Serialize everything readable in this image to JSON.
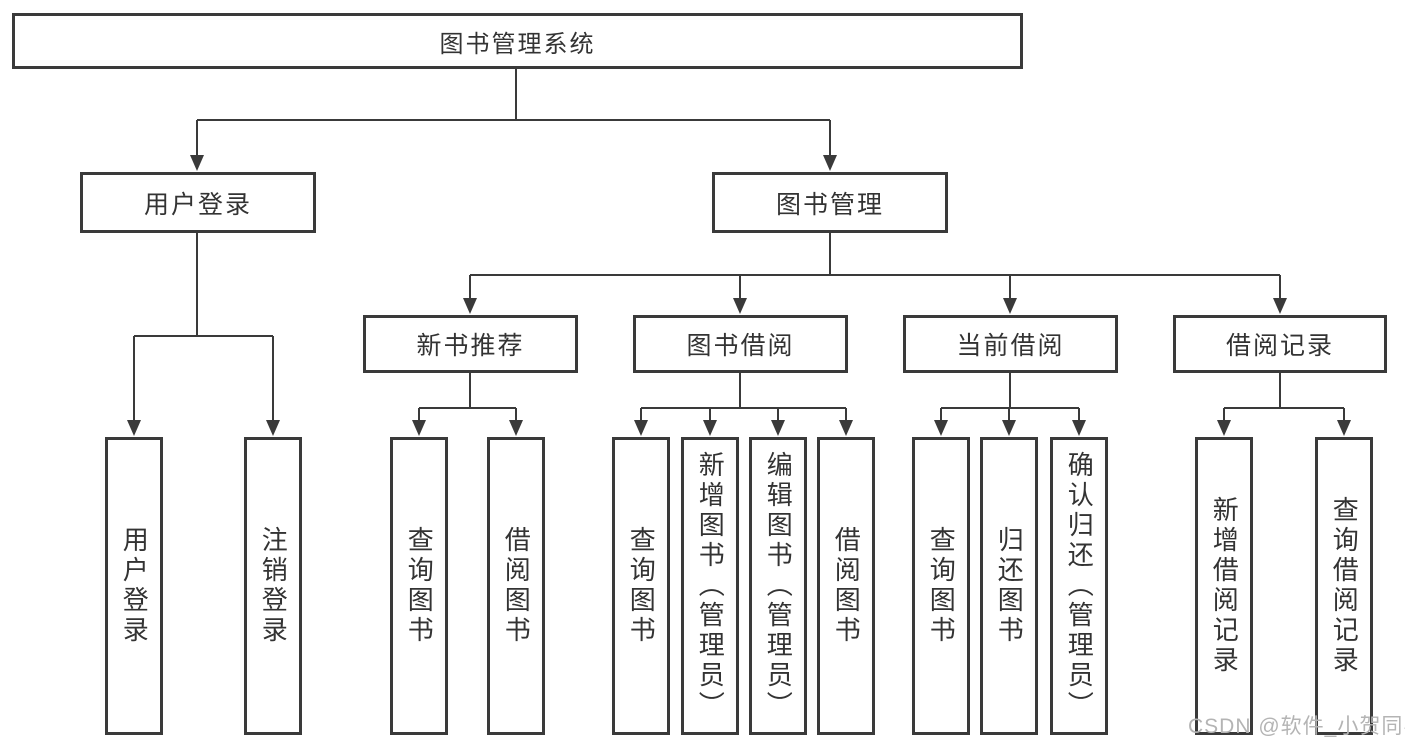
{
  "diagram": {
    "root": {
      "label": "图书管理系统"
    },
    "level1": [
      {
        "label": "用户登录",
        "children": [
          {
            "label": "用户登录"
          },
          {
            "label": "注销登录"
          }
        ]
      },
      {
        "label": "图书管理",
        "children": [
          {
            "label": "新书推荐",
            "children": [
              {
                "label": "查询图书"
              },
              {
                "label": "借阅图书"
              }
            ]
          },
          {
            "label": "图书借阅",
            "children": [
              {
                "label": "查询图书"
              },
              {
                "label": "新增图书（管理员）"
              },
              {
                "label": "编辑图书（管理员）"
              },
              {
                "label": "借阅图书"
              }
            ]
          },
          {
            "label": "当前借阅",
            "children": [
              {
                "label": "查询图书"
              },
              {
                "label": "归还图书"
              },
              {
                "label": "确认归还（管理员）"
              }
            ]
          },
          {
            "label": "借阅记录",
            "children": [
              {
                "label": "新增借阅记录"
              },
              {
                "label": "查询借阅记录"
              }
            ]
          }
        ]
      }
    ]
  },
  "watermark": {
    "text": "CSDN @软件_小贺同学"
  },
  "colors": {
    "line": "#3a3a3a",
    "box_border": "#3a3a3a",
    "text": "#333333",
    "watermark": "#b4b4b4",
    "background": "#ffffff"
  }
}
